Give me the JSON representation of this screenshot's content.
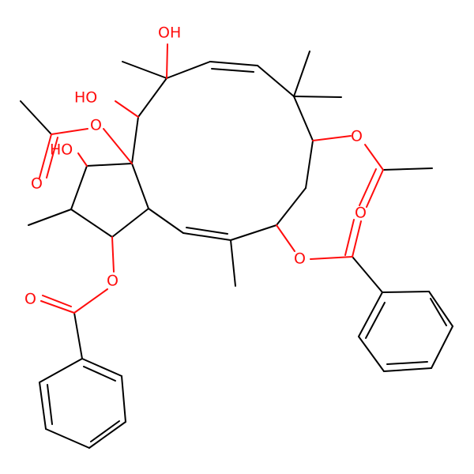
{
  "structure": {
    "atom_color": "#ff0d0d",
    "bond_color": "#000000",
    "labels": {
      "oh_top": "OH",
      "oh_left_upper": "HO",
      "oh_left_lower": "HO",
      "o_acetate_left_ester": "O",
      "o_acetate_left_carbonyl": "O",
      "o_acetate_right_ester": "O",
      "o_acetate_right_carbonyl": "O",
      "o_benzoate_right_ester": "O",
      "o_benzoate_left_ester": "O",
      "o_benzoate_left_carbonyl": "O"
    }
  }
}
